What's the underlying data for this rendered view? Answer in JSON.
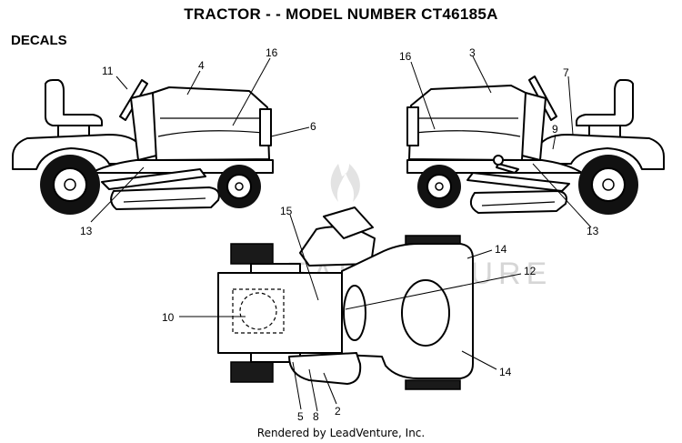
{
  "title": "TRACTOR - - MODEL NUMBER CT46185A",
  "section": "DECALS",
  "watermark": "LEADVENTURE",
  "footer": "Rendered by LeadVenture, Inc.",
  "callouts": {
    "c11": "11",
    "c4": "4",
    "c16a": "16",
    "c6": "6",
    "c13a": "13",
    "c16b": "16",
    "c3": "3",
    "c7": "7",
    "c9": "9",
    "c13b": "13",
    "c15": "15",
    "c14a": "14",
    "c12": "12",
    "c10": "10",
    "c14b": "14",
    "c5": "5",
    "c8": "8",
    "c2": "2"
  }
}
